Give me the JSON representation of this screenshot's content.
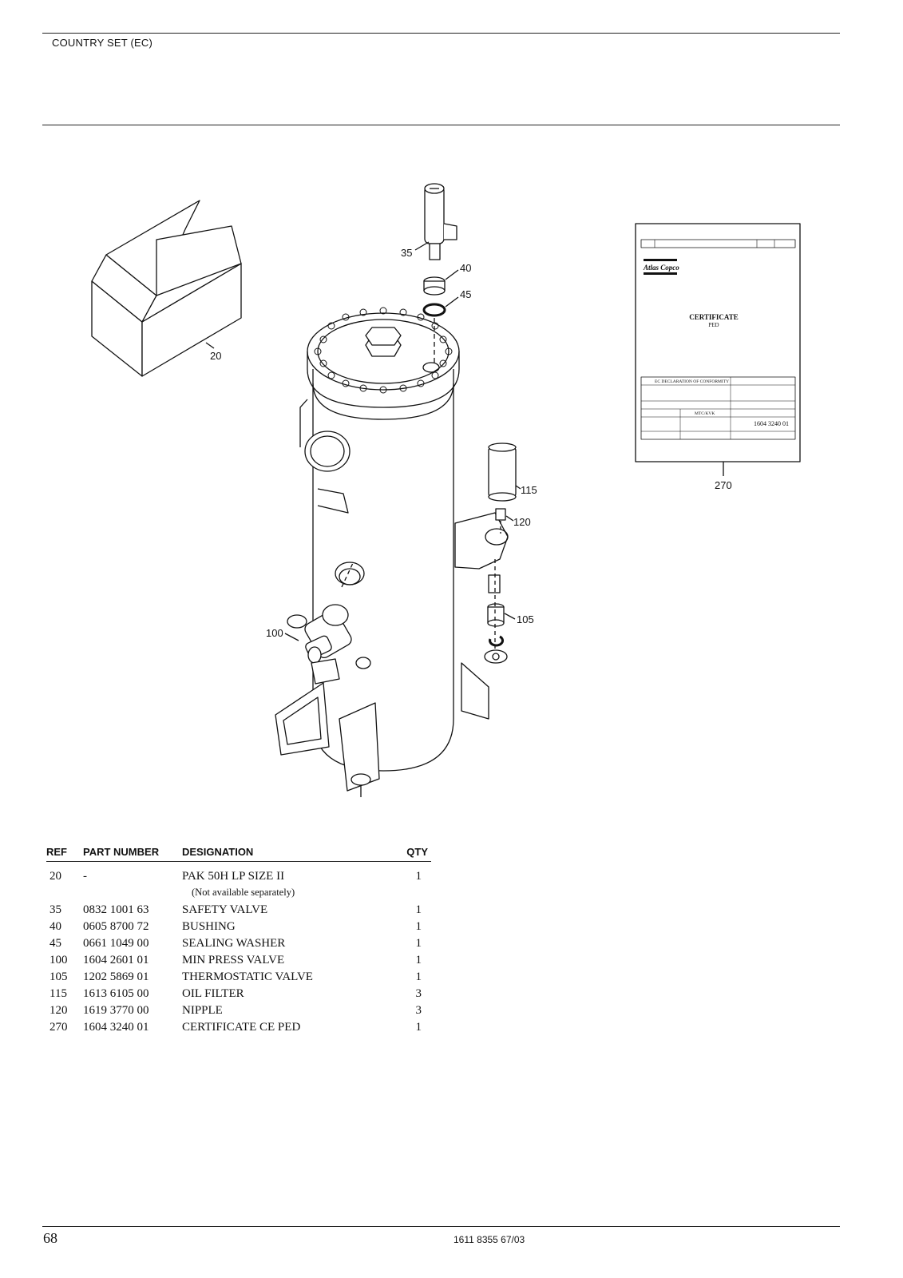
{
  "header": {
    "section_title": "COUNTRY SET (EC)"
  },
  "callouts": {
    "box": "20",
    "safety_valve": "35",
    "bushing": "40",
    "washer": "45",
    "oil_filter": "115",
    "nipple": "120",
    "thermo_valve": "105",
    "min_press_valve": "100",
    "certificate": "270"
  },
  "certificate": {
    "brand": "Atlas Copco",
    "title": "CERTIFICATE",
    "subtitle": "PED",
    "declaration": "EC DECLARATION OF CONFORMITY",
    "part_number": "1604 3240 01",
    "code": "MTC/KVK"
  },
  "table": {
    "headers": {
      "ref": "REF",
      "part_number": "PART NUMBER",
      "designation": "DESIGNATION",
      "qty": "QTY"
    },
    "rows": [
      {
        "ref": "20",
        "part_number": "-",
        "designation": "PAK 50H LP SIZE II",
        "qty": "1",
        "note": "(Not available separately)"
      },
      {
        "ref": "35",
        "part_number": "0832 1001 63",
        "designation": "SAFETY VALVE",
        "qty": "1"
      },
      {
        "ref": "40",
        "part_number": "0605 8700 72",
        "designation": "BUSHING",
        "qty": "1"
      },
      {
        "ref": "45",
        "part_number": "0661 1049 00",
        "designation": "SEALING WASHER",
        "qty": "1"
      },
      {
        "ref": "100",
        "part_number": "1604 2601 01",
        "designation": "MIN PRESS VALVE",
        "qty": "1"
      },
      {
        "ref": "105",
        "part_number": "1202 5869 01",
        "designation": "THERMOSTATIC VALVE",
        "qty": "1"
      },
      {
        "ref": "115",
        "part_number": "1613 6105 00",
        "designation": "OIL FILTER",
        "qty": "3"
      },
      {
        "ref": "120",
        "part_number": "1619 3770 00",
        "designation": "NIPPLE",
        "qty": "3"
      },
      {
        "ref": "270",
        "part_number": "1604 3240 01",
        "designation": "CERTIFICATE CE PED",
        "qty": "1"
      }
    ]
  },
  "footer": {
    "page_number": "68",
    "doc_number": "1611 8355 67/03"
  }
}
